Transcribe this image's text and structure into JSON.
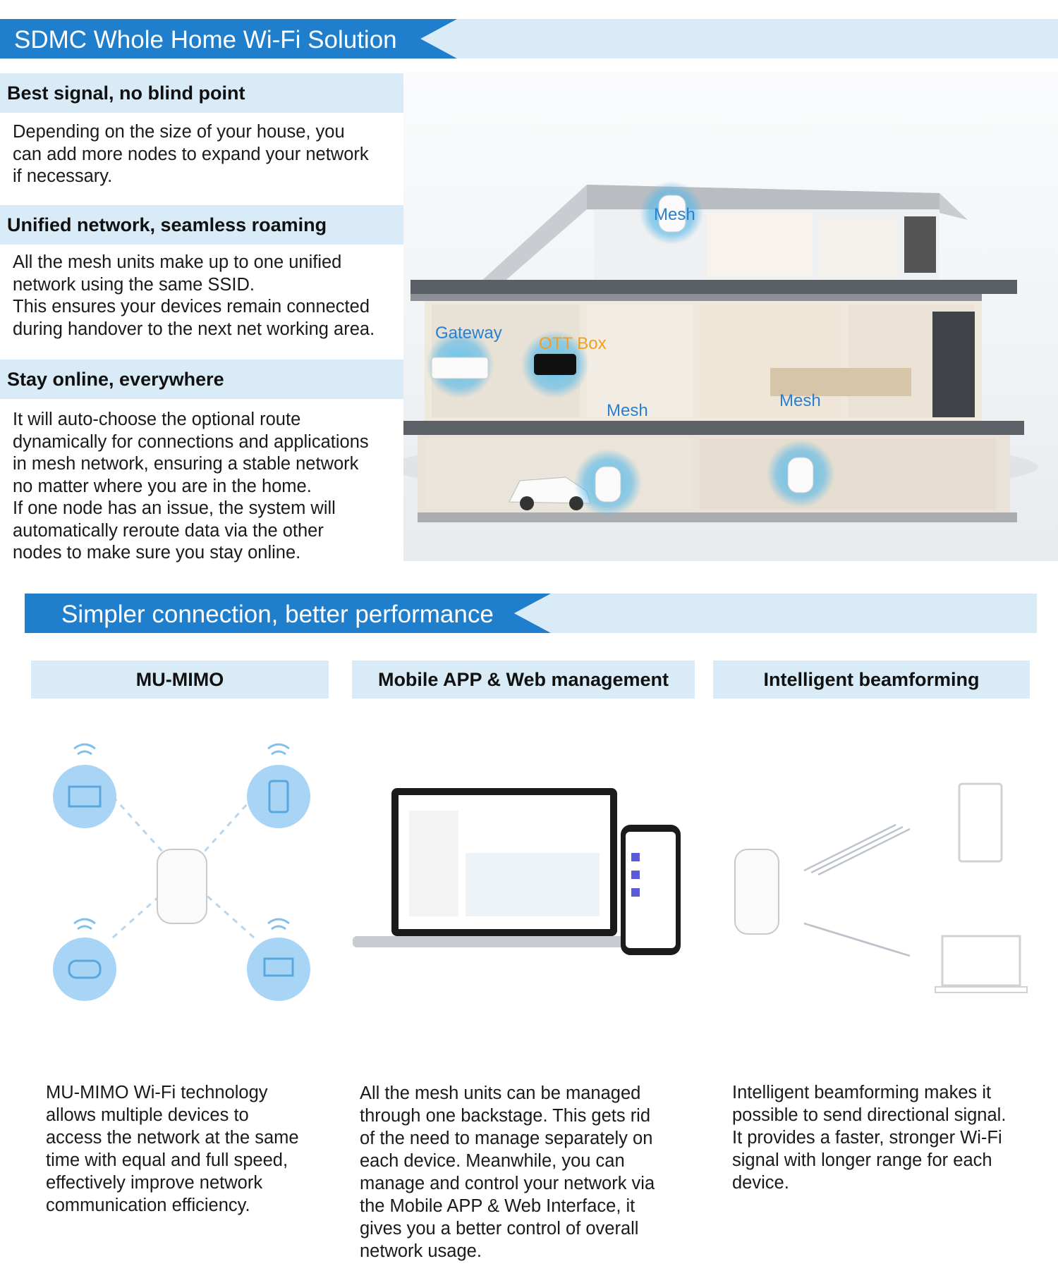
{
  "section1": {
    "banner_title": "SDMC Whole Home Wi-Fi Solution",
    "features": [
      {
        "heading": "Best signal, no blind point",
        "lines": [
          "Depending on the size of your house, you",
          "can add more nodes to expand your network",
          "if necessary."
        ]
      },
      {
        "heading": "Unified network, seamless roaming",
        "lines": [
          "All the mesh units make up to one unified",
          "network using the same SSID.",
          "This ensures your devices remain connected",
          "during handover to the next net working area."
        ]
      },
      {
        "heading": "Stay online, everywhere",
        "lines": [
          "It will auto-choose the optional route",
          "dynamically for connections and applications",
          "in mesh network, ensuring a stable network",
          "no matter where you are in the home.",
          "If one node has an issue, the system will",
          "automatically reroute data via the other",
          "nodes to make sure you stay online."
        ]
      }
    ],
    "house_labels": {
      "mesh_top": "Mesh",
      "gateway": "Gateway",
      "ott_box": "OTT Box",
      "mesh_garage": "Mesh",
      "mesh_basement": "Mesh"
    }
  },
  "section2": {
    "banner_title": "Simpler connection, better performance",
    "columns": [
      {
        "heading": "MU-MIMO",
        "lines": [
          "MU-MIMO Wi-Fi technology",
          "allows multiple devices to",
          "access the network at the same",
          "time with equal and full speed,",
          "effectively improve network",
          "communication efficiency."
        ]
      },
      {
        "heading": "Mobile APP & Web management",
        "lines": [
          "All the mesh units can be managed",
          "through one backstage. This gets rid",
          "of the need to manage separately on",
          "each device. Meanwhile, you can",
          "manage and control your network via",
          "the Mobile APP & Web Interface, it",
          "gives you a better control of overall",
          "network usage."
        ]
      },
      {
        "heading": "Intelligent beamforming",
        "lines": [
          "Intelligent beamforming makes it",
          "possible to send directional signal.",
          "It provides a faster, stronger Wi-Fi",
          "signal with longer range for each",
          "device."
        ]
      }
    ]
  },
  "colors": {
    "banner_blue": "#1f7fcc",
    "light_blue": "#d8ebf7",
    "label_blue": "#2a7fd0",
    "label_orange": "#f0a020"
  }
}
